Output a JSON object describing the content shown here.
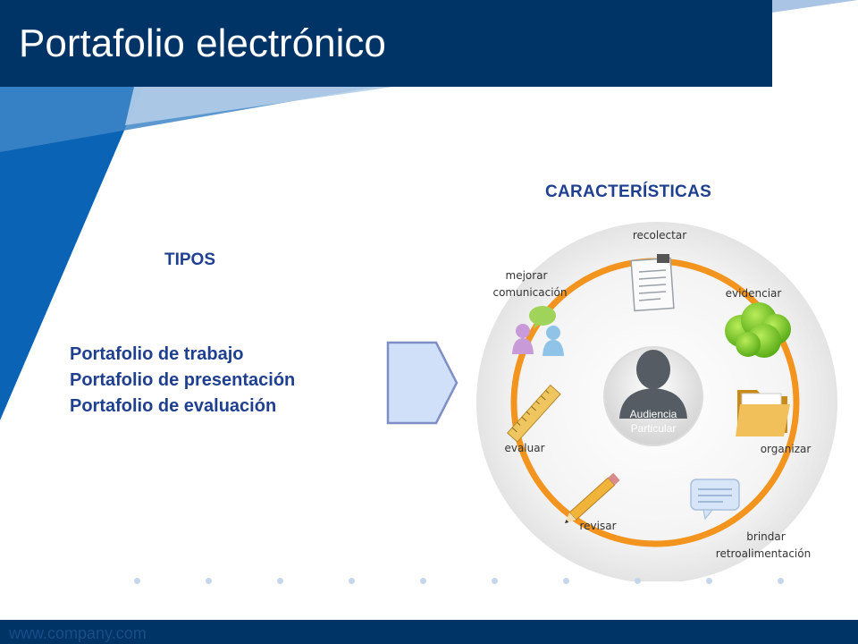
{
  "slide": {
    "title": "Portafolio electrónico",
    "footer": "www.company.com"
  },
  "tipos": {
    "heading": "TIPOS",
    "items": [
      "Portafolio de trabajo",
      "Portafolio de presentación",
      "Portafolio de evaluación"
    ]
  },
  "caracteristicas": {
    "heading": "CARACTERÍSTICAS",
    "center": [
      "Audiencia",
      "Particular"
    ],
    "labels": {
      "recolectar": "recolectar",
      "evidenciar": "evidenciar",
      "organizar": "organizar",
      "brindar": "brindar",
      "retroalimentacion": "retroalimentación",
      "revisar": "revisar",
      "evaluar": "evaluar",
      "mejorar": "mejorar",
      "comunicacion": "comunicación"
    }
  },
  "colors": {
    "title_bar": "#003366",
    "text_blue": "#1f3f8f",
    "ring": "#f2941e",
    "arrow_fill": "#cfe0f8",
    "arrow_stroke": "#7f8fc6"
  }
}
